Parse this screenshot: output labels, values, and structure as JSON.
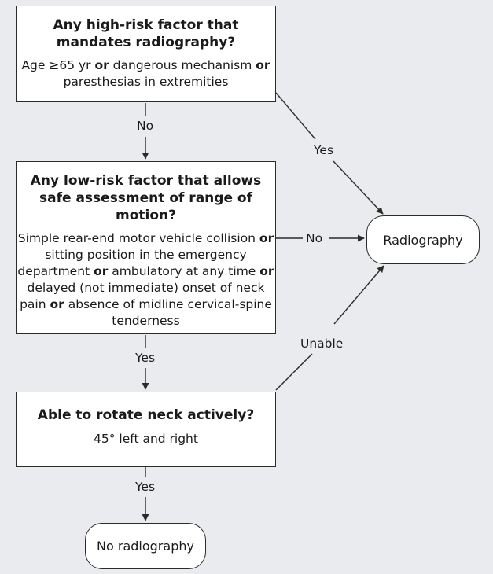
{
  "nodes": {
    "q1": {
      "title": "Any high-risk factor that mandates radiography?",
      "body": [
        {
          "text": "Age ≥65 yr "
        },
        {
          "text": "or",
          "bold": true
        },
        {
          "text": " dangerous mechanism "
        },
        {
          "text": "or",
          "bold": true
        },
        {
          "text": " paresthesias in extremities"
        }
      ]
    },
    "q2": {
      "title": "Any low-risk factor that allows safe assessment of range of motion?",
      "body": [
        {
          "text": "Simple rear-end motor vehicle collision "
        },
        {
          "text": "or",
          "bold": true
        },
        {
          "text": " sitting position in the emergency department "
        },
        {
          "text": "or",
          "bold": true
        },
        {
          "text": " ambulatory at any time "
        },
        {
          "text": "or",
          "bold": true
        },
        {
          "text": " delayed (not immediate) onset of neck pain "
        },
        {
          "text": "or",
          "bold": true
        },
        {
          "text": " absence of midline cervical-spine tenderness"
        }
      ]
    },
    "q3": {
      "title": "Able to rotate neck actively?",
      "body": [
        {
          "text": "45° left and right"
        }
      ]
    },
    "radiography": "Radiography",
    "no_radiography": "No radiography"
  },
  "edges": {
    "q1_no": "No",
    "q1_yes": "Yes",
    "q2_no": "No",
    "q2_yes": "Yes",
    "q3_unable": "Unable",
    "q3_yes": "Yes"
  },
  "colors": {
    "background": "#e9ebee",
    "box_fill": "#ffffff",
    "stroke": "#2b2b2b"
  }
}
